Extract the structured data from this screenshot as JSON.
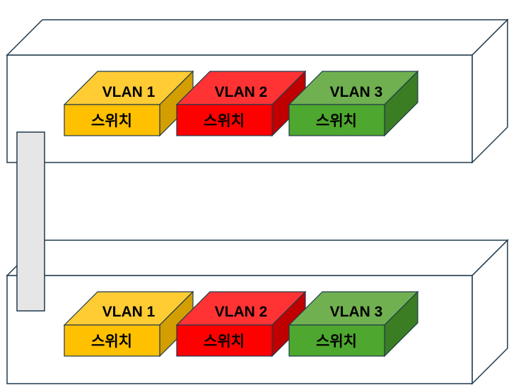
{
  "racks": [
    {
      "switches": [
        {
          "vlan": "VLAN 1",
          "label": "스위치",
          "color_top": "#FFCC33",
          "color_front": "#FFC000",
          "color_side": "#D39E00"
        },
        {
          "vlan": "VLAN 2",
          "label": "스위치",
          "color_top": "#FF3333",
          "color_front": "#FF0000",
          "color_side": "#C00000"
        },
        {
          "vlan": "VLAN 3",
          "label": "스위치",
          "color_top": "#70B050",
          "color_front": "#4EA72E",
          "color_side": "#3A7D22"
        }
      ]
    },
    {
      "switches": [
        {
          "vlan": "VLAN 1",
          "label": "스위치",
          "color_top": "#FFCC33",
          "color_front": "#FFC000",
          "color_side": "#D39E00"
        },
        {
          "vlan": "VLAN 2",
          "label": "스위치",
          "color_top": "#FF3333",
          "color_front": "#FF0000",
          "color_side": "#C00000"
        },
        {
          "vlan": "VLAN 3",
          "label": "스위치",
          "color_top": "#70B050",
          "color_front": "#4EA72E",
          "color_side": "#3A7D22"
        }
      ]
    }
  ],
  "trunk_color": "#E7E6E6",
  "outline_color": "#1F3A4D"
}
